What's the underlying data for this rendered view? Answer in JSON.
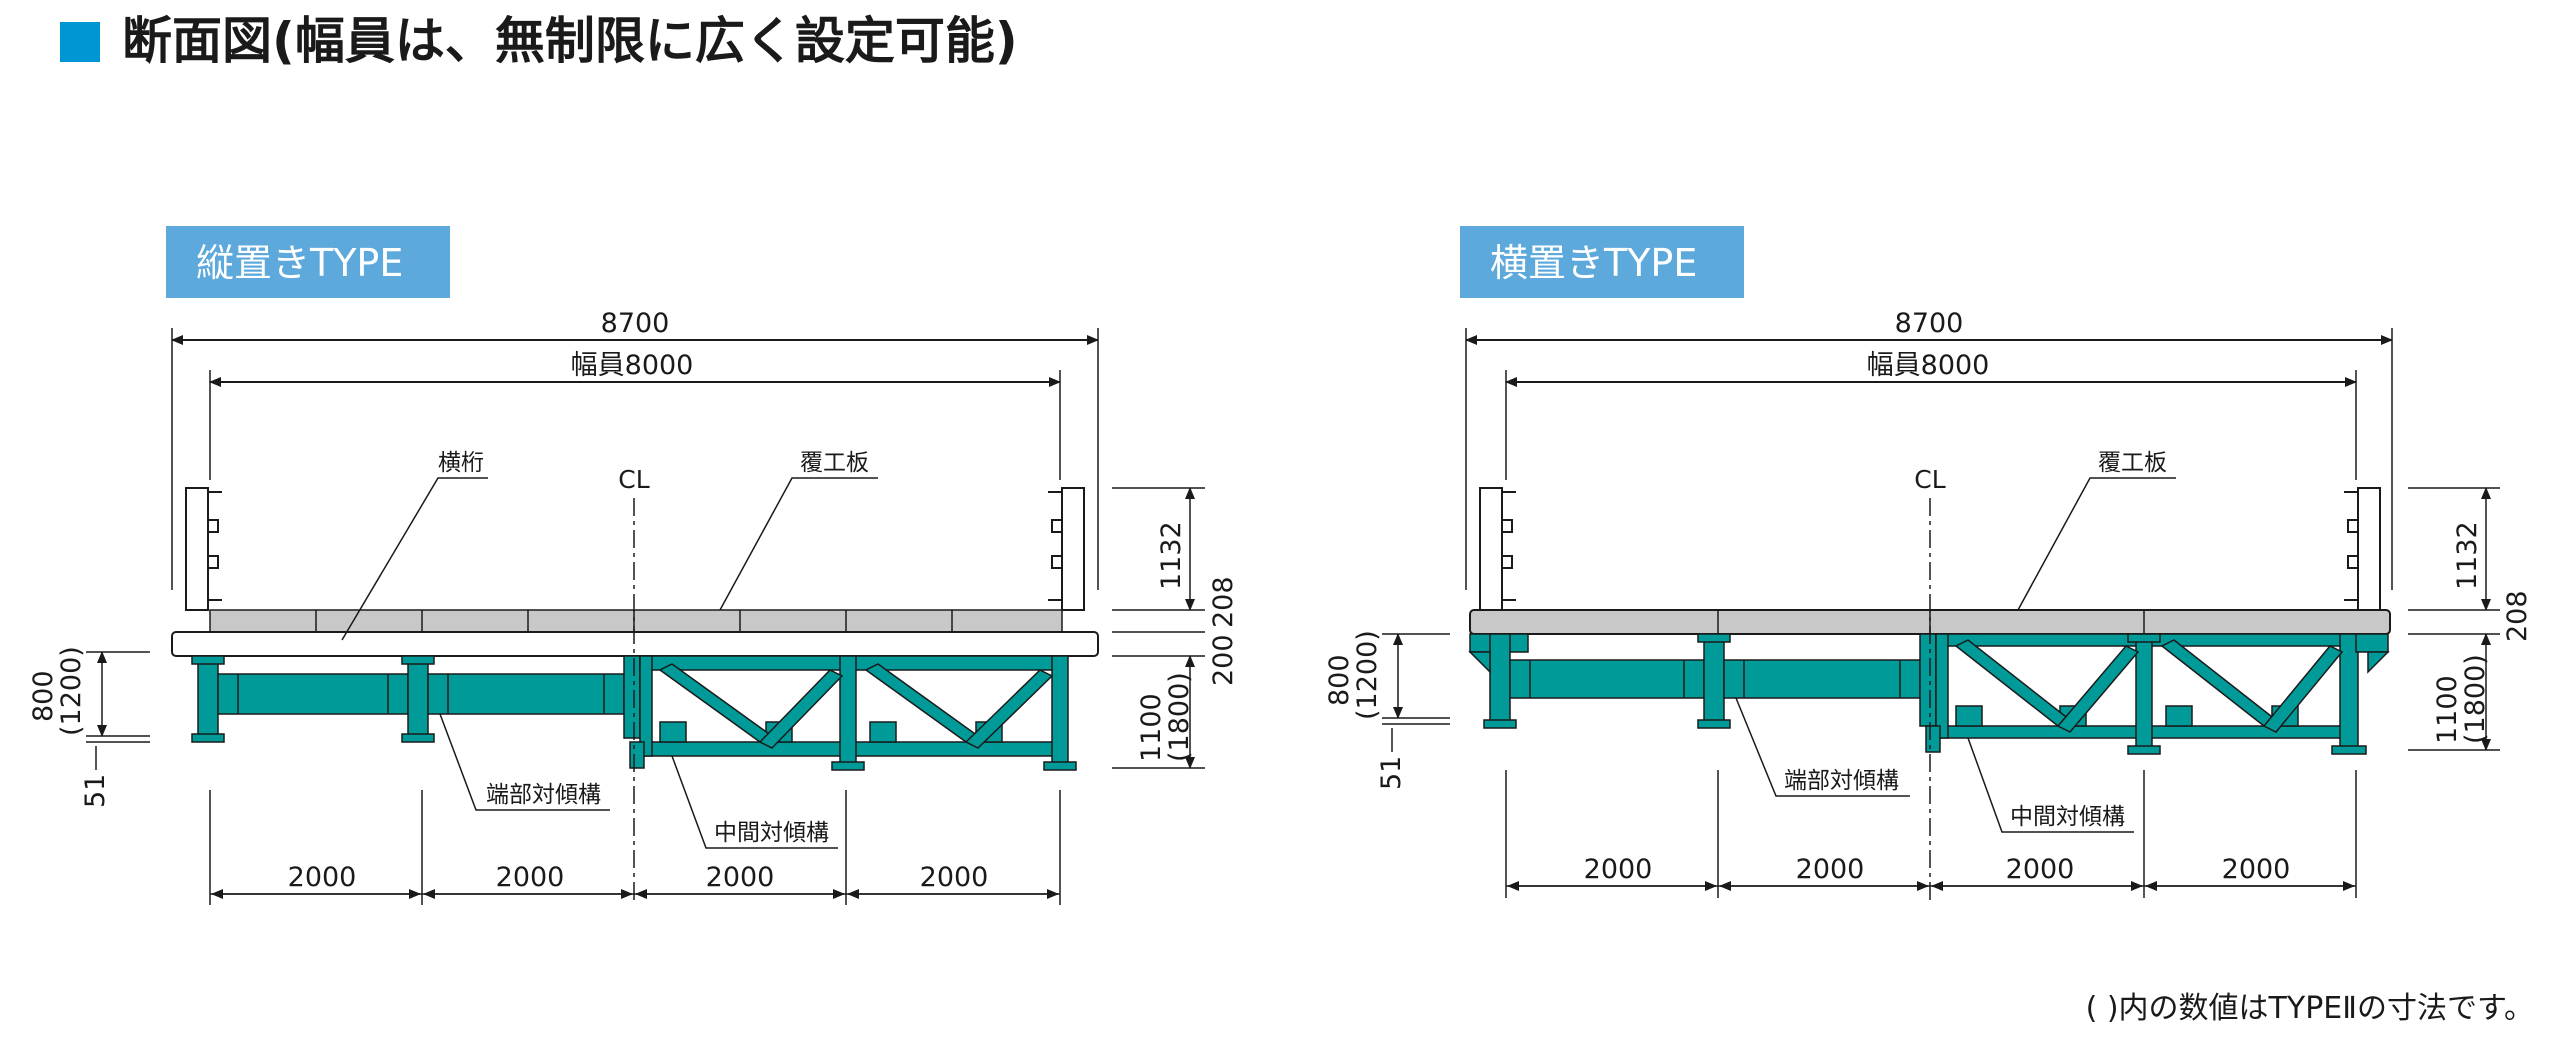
{
  "header": {
    "title": "断面図(幅員は、無制限に広く設定可能)",
    "accent_color": "#0096d6",
    "tag_color": "#5ea9dc",
    "steel_color": "#009a98"
  },
  "left": {
    "tag": "縦置きTYPE",
    "total_width": "8700",
    "clear_width": "幅員8000",
    "cl": "CL",
    "label_girder": "横桁",
    "label_deck": "覆工板",
    "label_end_brace": "端部対傾構",
    "label_mid_brace": "中間対傾構",
    "dim_rail": "1132",
    "dim_deck": "208",
    "dim_girder": "200",
    "dim_frame": "1100",
    "dim_frame_alt": "(1800)",
    "dim_post": "800",
    "dim_post_alt": "(1200)",
    "dim_base": "51",
    "spans": [
      "2000",
      "2000",
      "2000",
      "2000"
    ]
  },
  "right": {
    "tag": "横置きTYPE",
    "total_width": "8700",
    "clear_width": "幅員8000",
    "cl": "CL",
    "label_deck": "覆工板",
    "label_end_brace": "端部対傾構",
    "label_mid_brace": "中間対傾構",
    "dim_rail": "1132",
    "dim_deck": "208",
    "dim_frame": "1100",
    "dim_frame_alt": "(1800)",
    "dim_post": "800",
    "dim_post_alt": "(1200)",
    "dim_base": "51",
    "spans": [
      "2000",
      "2000",
      "2000",
      "2000"
    ]
  },
  "footer": {
    "note": "( )内の数値はTYPEⅡの寸法です。"
  }
}
